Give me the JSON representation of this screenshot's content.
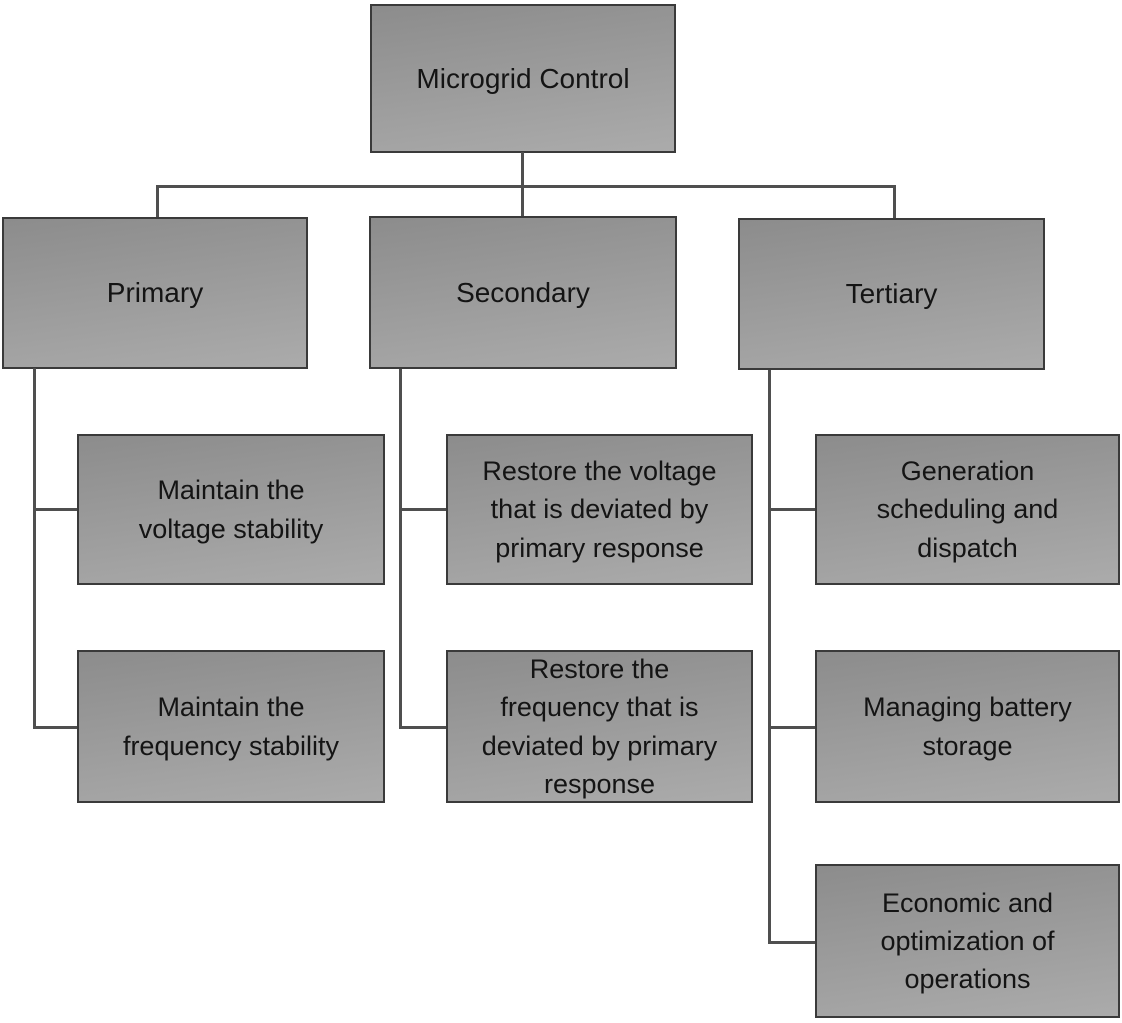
{
  "diagram": {
    "type": "hierarchy-flowchart",
    "root": {
      "label": "Microgrid Control"
    },
    "branches": [
      {
        "label": "Primary",
        "children": [
          "Maintain the\nvoltage stability",
          "Maintain the\nfrequency stability"
        ]
      },
      {
        "label": "Secondary",
        "children": [
          "Restore the voltage\nthat is deviated by\nprimary response",
          "Restore the\nfrequency that is\ndeviated by primary\nresponse"
        ]
      },
      {
        "label": "Tertiary",
        "children": [
          "Generation\nscheduling and\ndispatch",
          "Managing battery\nstorage",
          "Economic and\noptimization of\noperations"
        ]
      }
    ],
    "colors": {
      "background": "#ffffff",
      "box_fill_start": "#8c8c8c",
      "box_fill_end": "#ababab",
      "box_border": "#3a3a3a",
      "connector": "#4f4f4f",
      "text": "#141414"
    }
  }
}
